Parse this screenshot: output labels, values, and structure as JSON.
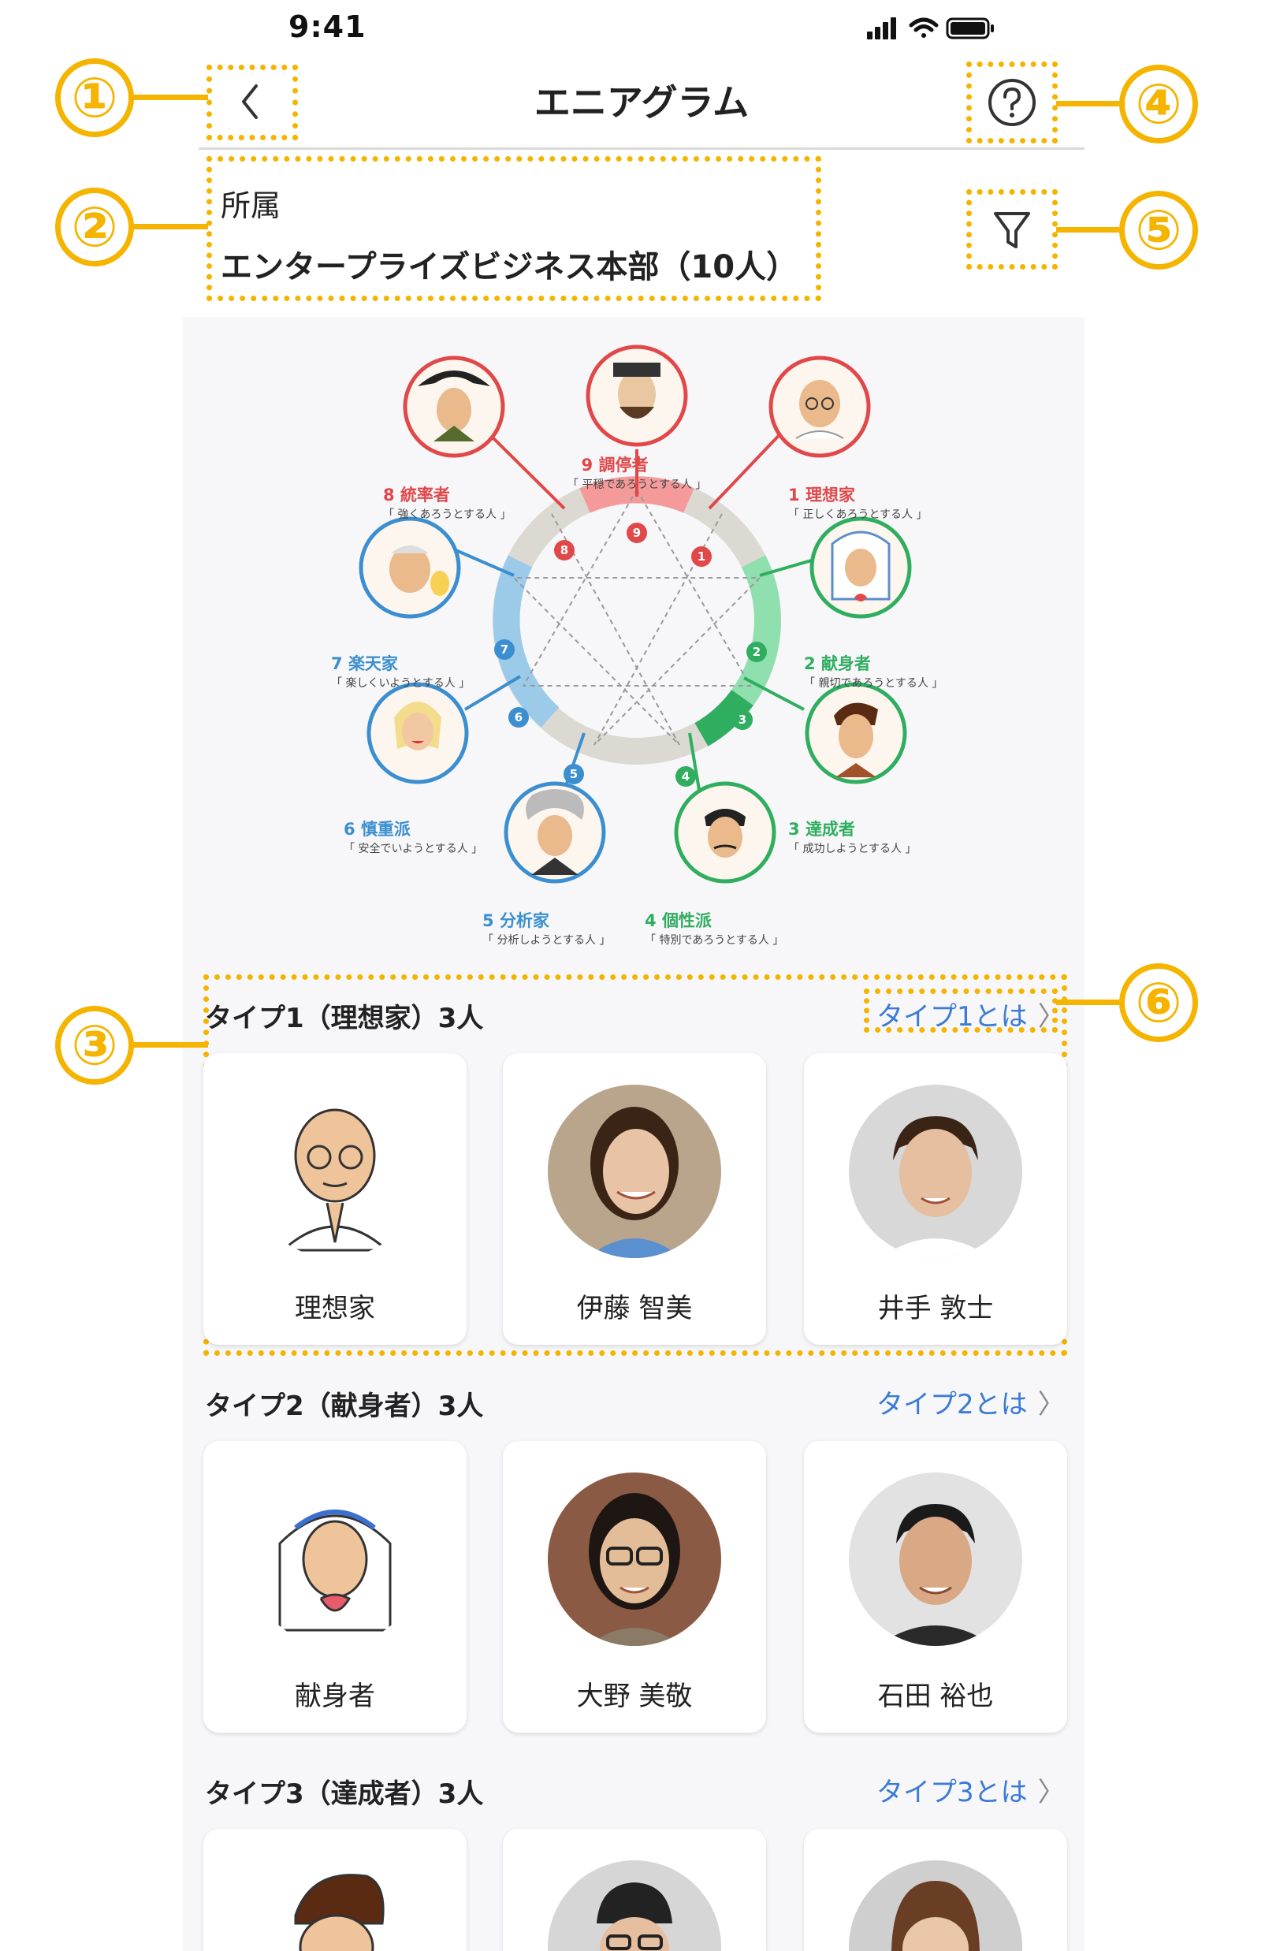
{
  "status_bar": {
    "time": "9:41"
  },
  "header": {
    "title": "エニアグラム"
  },
  "department": {
    "label": "所属",
    "name": "エンタープライズビジネス本部（10人）"
  },
  "callouts": [
    "①",
    "②",
    "③",
    "④",
    "⑤",
    "⑥"
  ],
  "enneagram": {
    "types": [
      {
        "num": "9",
        "name": "調停者",
        "desc": "「 平穏であろうとする人 」"
      },
      {
        "num": "1",
        "name": "理想家",
        "desc": "「 正しくあろうとする人 」"
      },
      {
        "num": "8",
        "name": "統率者",
        "desc": "「 強くあろうとする人 」"
      },
      {
        "num": "7",
        "name": "楽天家",
        "desc": "「 楽しくいようとする人 」"
      },
      {
        "num": "2",
        "name": "献身者",
        "desc": "「 親切であろうとする人 」"
      },
      {
        "num": "3",
        "name": "達成者",
        "desc": "「 成功しようとする人 」"
      },
      {
        "num": "6",
        "name": "慎重派",
        "desc": "「 安全でいようとする人 」"
      },
      {
        "num": "5",
        "name": "分析家",
        "desc": "「 分析しようとする人 」"
      },
      {
        "num": "4",
        "name": "個性派",
        "desc": "「 特別であろうとする人 」"
      }
    ],
    "ring_numbers": [
      "9",
      "1",
      "2",
      "3",
      "4",
      "5",
      "6",
      "7",
      "8"
    ],
    "colors": {
      "red": "#e0484a",
      "green": "#2fae5f",
      "blue": "#3b8fd0",
      "gray": "#dcd9d3"
    }
  },
  "sections": [
    {
      "title": "タイプ1（理想家）3人",
      "link": "タイプ1とは",
      "members": [
        {
          "name": "理想家",
          "kind": "character"
        },
        {
          "name": "伊藤 智美",
          "kind": "person"
        },
        {
          "name": "井手 敦士",
          "kind": "person"
        }
      ]
    },
    {
      "title": "タイプ2（献身者）3人",
      "link": "タイプ2とは",
      "members": [
        {
          "name": "献身者",
          "kind": "character"
        },
        {
          "name": "大野 美敬",
          "kind": "person"
        },
        {
          "name": "石田 裕也",
          "kind": "person"
        }
      ]
    },
    {
      "title": "タイプ3（達成者）3人",
      "link": "タイプ3とは",
      "members": [
        {
          "name": "",
          "kind": "character"
        },
        {
          "name": "",
          "kind": "person"
        },
        {
          "name": "",
          "kind": "person"
        }
      ]
    }
  ],
  "icons": {
    "back": "chevron-left-icon",
    "help": "question-circle-icon",
    "filter": "filter-funnel-icon",
    "link_arrow": "chevron-right-icon"
  },
  "accent": "#f4b400",
  "link_color": "#3a7bd5"
}
